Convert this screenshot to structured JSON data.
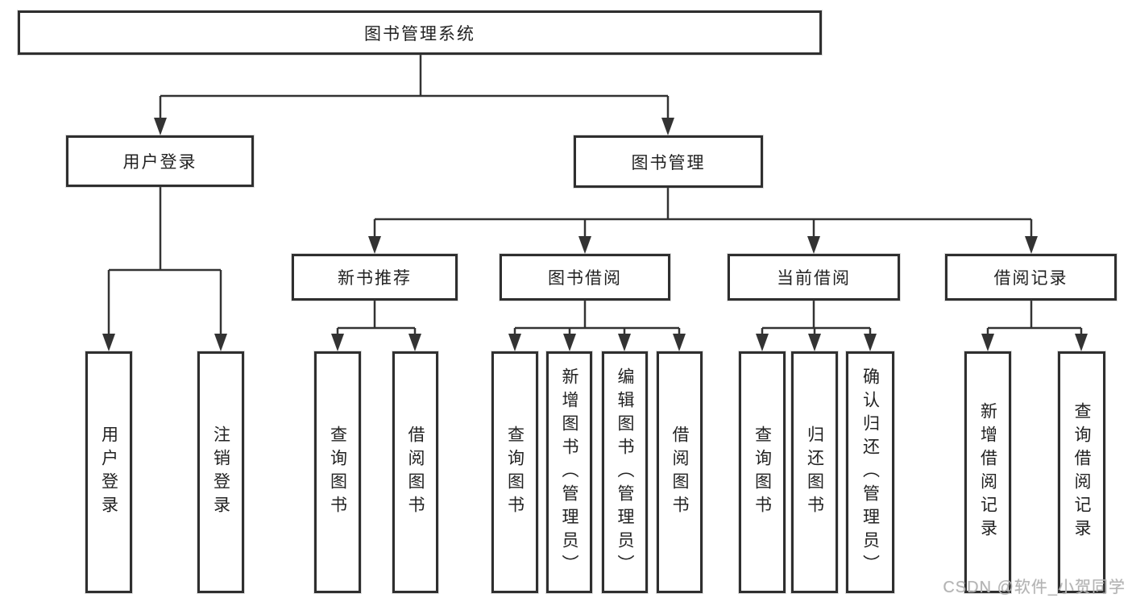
{
  "tree": {
    "root": {
      "label": "图书管理系统",
      "children": [
        {
          "label": "用户登录",
          "children": [
            {
              "label": "用户登录"
            },
            {
              "label": "注销登录"
            }
          ]
        },
        {
          "label": "图书管理",
          "children": [
            {
              "label": "新书推荐",
              "children": [
                {
                  "label": "查询图书"
                },
                {
                  "label": "借阅图书"
                }
              ]
            },
            {
              "label": "图书借阅",
              "children": [
                {
                  "label": "查询图书"
                },
                {
                  "label": "新增图书（管理员）"
                },
                {
                  "label": "编辑图书（管理员）"
                },
                {
                  "label": "借阅图书"
                }
              ]
            },
            {
              "label": "当前借阅",
              "children": [
                {
                  "label": "查询图书"
                },
                {
                  "label": "归还图书"
                },
                {
                  "label": "确认归还（管理员）"
                }
              ]
            },
            {
              "label": "借阅记录",
              "children": [
                {
                  "label": "新增借阅记录"
                },
                {
                  "label": "查询借阅记录"
                }
              ]
            }
          ]
        }
      ]
    }
  },
  "watermark": "CSDN @软件_小贺同学",
  "colors": {
    "line": "#333333",
    "box_border": "#2f2f2f",
    "text": "#222222",
    "watermark": "#b3b3b3",
    "background": "#ffffff"
  }
}
